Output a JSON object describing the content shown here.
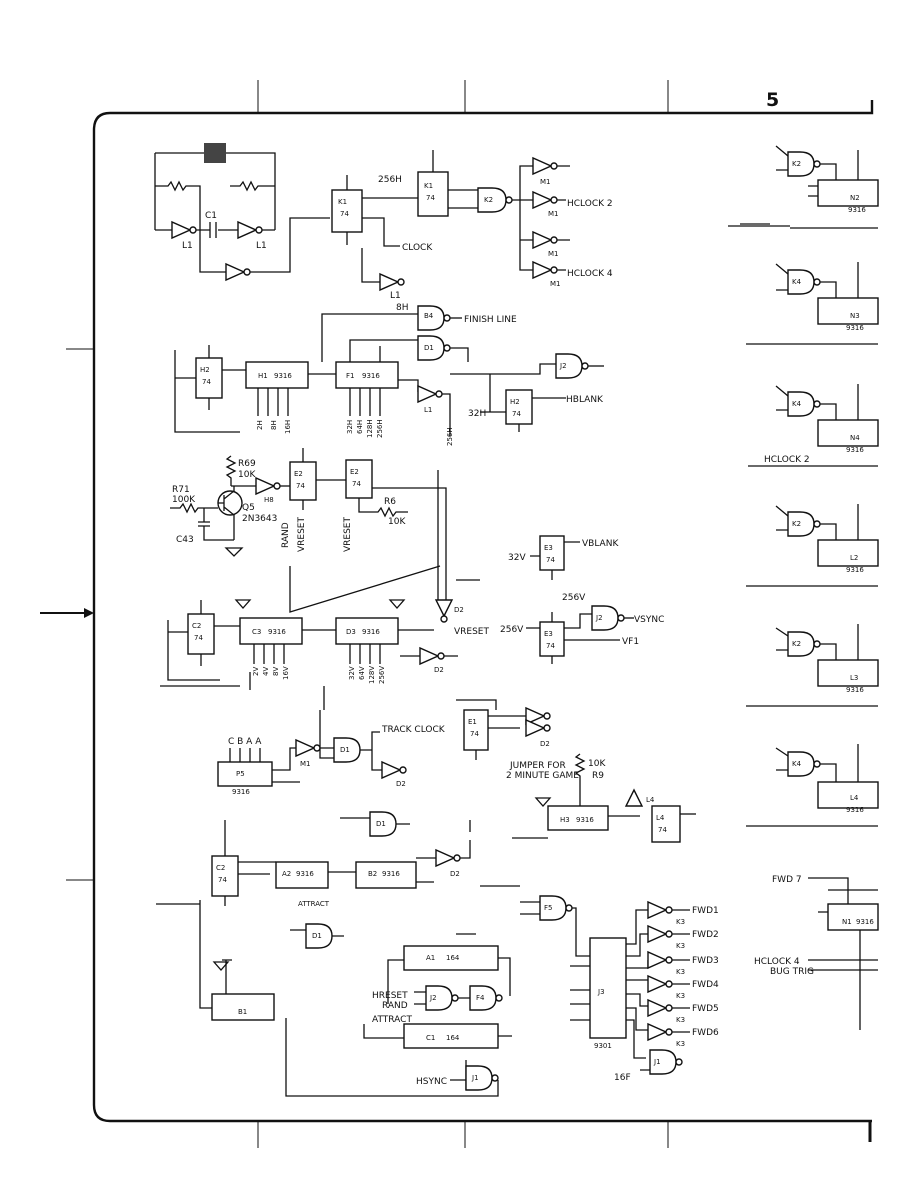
{
  "sheet": {
    "page_number": "5",
    "bg": "#ffffff",
    "ink": "#111111"
  },
  "parts": {
    "k1": "K1",
    "k2": "K2",
    "l1": "L1",
    "c1": "C1",
    "m1": "M1",
    "h2": "H2",
    "h1": "H1",
    "f1": "F1",
    "b4": "B4",
    "d1": "D1",
    "j2": "J2",
    "h8": "H8",
    "e2": "E2",
    "q5": "Q5",
    "q5type": "2N3643",
    "r69": "R69",
    "r69v": "10K",
    "r71": "R71",
    "r71v": "100K",
    "r6": "R6",
    "r6v": "10K",
    "c43": "C43",
    "e3": "E3",
    "c2": "C2",
    "c3": "C3",
    "d3": "D3",
    "d2": "D2",
    "p5": "P5",
    "e1": "E1",
    "a2": "A2",
    "b2": "B2",
    "b1": "B1",
    "a1": "A1",
    "c1b": "C1",
    "f4": "F4",
    "j1": "J1",
    "h3": "H3",
    "l4": "L4",
    "r9": "R9",
    "f5": "F5",
    "j3": "J3",
    "k3": "K3",
    "k4": "K4",
    "n2": "N2",
    "n3": "N3",
    "n4": "N4",
    "l2": "L2",
    "l3": "L3",
    "n1": "N1",
    "t9316": "9316",
    "t74": "74",
    "t164": "164",
    "t9301": "9301"
  },
  "signals": {
    "hclock2": "HCLOCK 2",
    "hclock4": "HCLOCK 4",
    "clock": "CLOCK",
    "s256h": "256H",
    "finish": "FINISH LINE",
    "s8h": "8H",
    "hblank": "HBLANK",
    "s32h": "32H",
    "h_taps": [
      "2H",
      "8H",
      "16H"
    ],
    "h_taps2": [
      "32H",
      "64H",
      "128H",
      "256H"
    ],
    "rand": "RAND",
    "vreset": "VRESET",
    "vblank": "VBLANK",
    "s32v": "32V",
    "s256v": "256V",
    "vsync": "VSYNC",
    "vf1": "VF1",
    "v_taps": [
      "2V",
      "4V",
      "8V",
      "16V"
    ],
    "v_taps2": [
      "32V",
      "64V",
      "128V",
      "256V"
    ],
    "cbaa": "C B A A",
    "track_clock": "TRACK CLOCK",
    "jumper1": "JUMPER FOR",
    "jumper2": "2 MINUTE GAME",
    "attract": "ATTRACT",
    "hreset": "HRESET",
    "hsync": "HSYNC",
    "s16f": "16F",
    "fwd": [
      "FWD1",
      "FWD2",
      "FWD3",
      "FWD4",
      "FWD5",
      "FWD6"
    ],
    "fwd7": "FWD 7",
    "hclock4b": "HCLOCK 4",
    "bugtrig": "BUG TRIG",
    "hclock2b": "HCLOCK 2"
  }
}
